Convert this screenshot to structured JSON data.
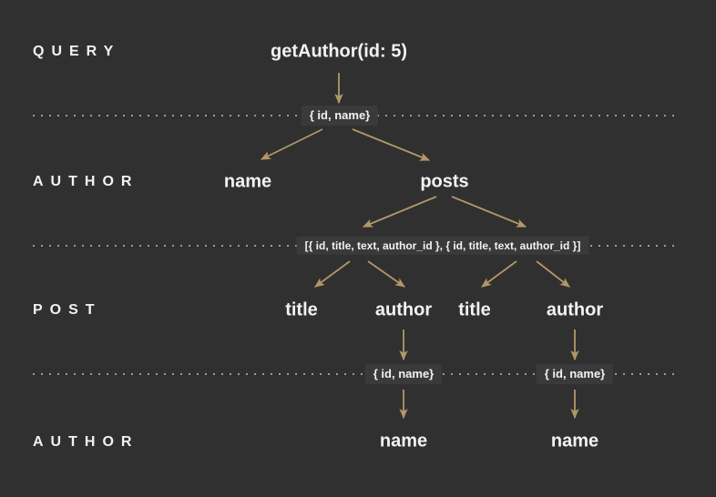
{
  "colors": {
    "background": "#303030",
    "text": "#f2f2f2",
    "arrow": "#b29768",
    "dots": "#9b9b9b",
    "label_bg": "#3a3a3a"
  },
  "rows": [
    {
      "label": "QUERY"
    },
    {
      "label": "AUTHOR"
    },
    {
      "label": "POST"
    },
    {
      "label": "AUTHOR"
    }
  ],
  "nodes": {
    "root": "getAuthor(id: 5)",
    "author_field_name": "name",
    "author_field_posts": "posts",
    "post1_title": "title",
    "post1_author": "author",
    "post2_title": "title",
    "post2_author": "author",
    "post1_author_name": "name",
    "post2_author_name": "name"
  },
  "resolver_results": {
    "root_result": "{ id, name}",
    "posts_result": "[{ id, title, text, author_id }, { id, title, text, author_id }]",
    "post1_author_result": "{ id, name}",
    "post2_author_result": "{ id, name}"
  },
  "edges": [
    {
      "from": "root",
      "to": "root_result"
    },
    {
      "from": "root_result",
      "to": "author_field_name"
    },
    {
      "from": "root_result",
      "to": "author_field_posts"
    },
    {
      "from": "author_field_posts",
      "to": "posts_result"
    },
    {
      "from": "author_field_posts",
      "to": "posts_result"
    },
    {
      "from": "posts_result",
      "to": "post1_title"
    },
    {
      "from": "posts_result",
      "to": "post1_author"
    },
    {
      "from": "posts_result",
      "to": "post2_title"
    },
    {
      "from": "posts_result",
      "to": "post2_author"
    },
    {
      "from": "post1_author",
      "to": "post1_author_result"
    },
    {
      "from": "post2_author",
      "to": "post2_author_result"
    },
    {
      "from": "post1_author_result",
      "to": "post1_author_name"
    },
    {
      "from": "post2_author_result",
      "to": "post2_author_name"
    }
  ]
}
